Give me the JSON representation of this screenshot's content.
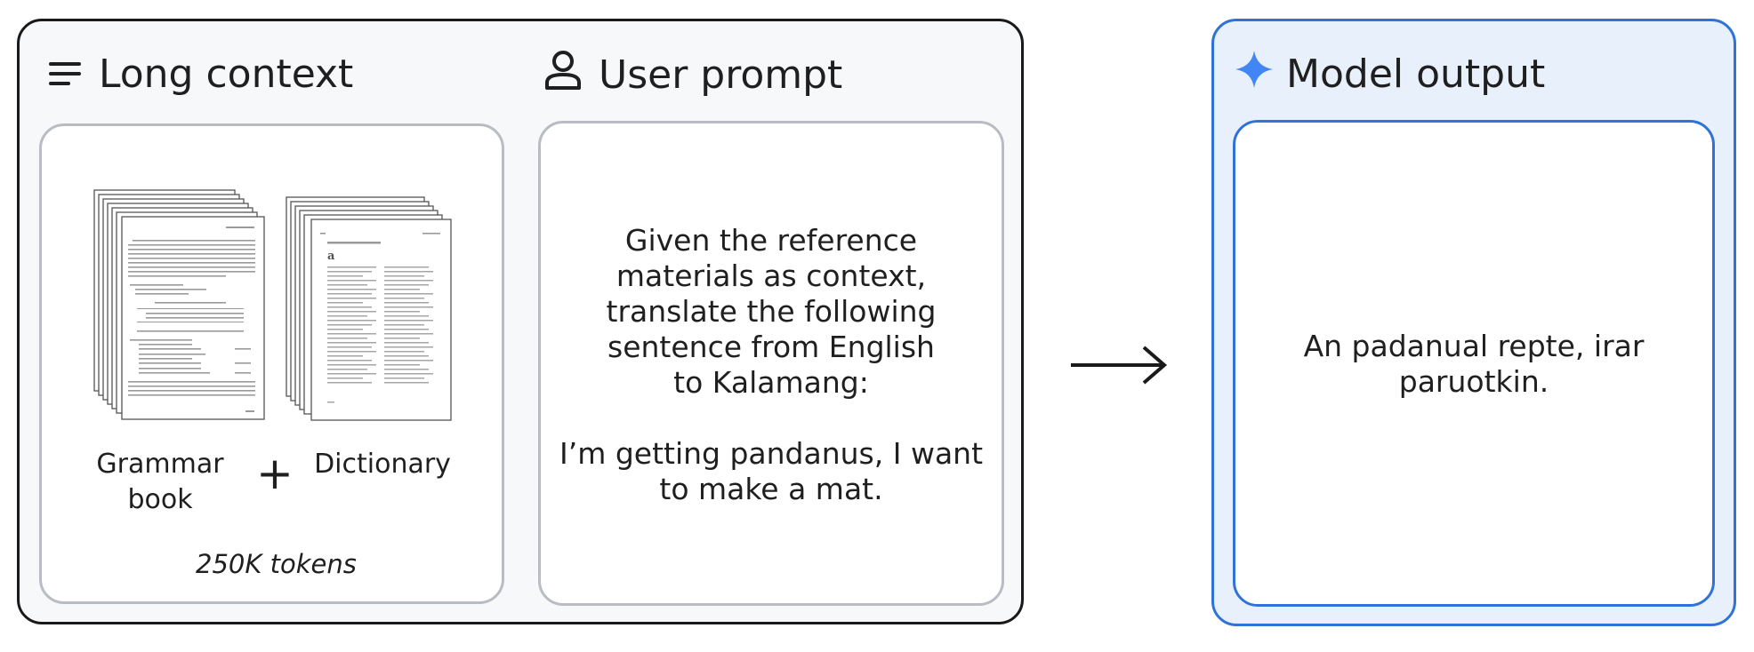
{
  "long_context": {
    "title": "Long context",
    "icon": "lines-icon",
    "grammar_label_line1": "Grammar",
    "grammar_label_line2": "book",
    "plus": "+",
    "dictionary_label": "Dictionary",
    "tokens": "250K tokens"
  },
  "user_prompt": {
    "title": "User prompt",
    "icon": "person-icon",
    "lines": [
      "Given the reference",
      "materials as context,",
      "translate the following",
      "sentence from English",
      "to Kalamang:"
    ],
    "sentence_lines": [
      "I’m getting pandanus, I want",
      "to make a mat."
    ]
  },
  "model_output": {
    "title": "Model output",
    "icon": "sparkle-icon",
    "lines": [
      "An padanual repte, irar",
      "paruotkin."
    ]
  },
  "colors": {
    "accent_blue": "#2f73d8",
    "sparkle_blue": "#4285f4",
    "output_background": "#e8f0fb",
    "input_background": "#f7f8fa"
  }
}
